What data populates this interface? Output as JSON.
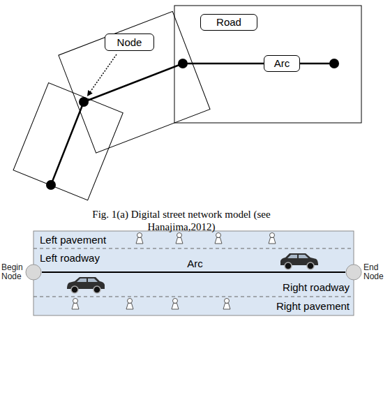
{
  "diagram": {
    "caption": "Fig. 1(a) Digital street network model (see Hanajima,2012)",
    "nodes": [
      {
        "text": [
          "Road"
        ]
      },
      {
        "text": [
          "Node"
        ]
      },
      {
        "text": [
          "Arc"
        ]
      },
      {
        "text": [
          "Left pavement"
        ]
      },
      {
        "text": [
          "Left roadway"
        ]
      },
      {
        "text": [
          "Right roadway"
        ]
      },
      {
        "text": [
          "Right pavement"
        ]
      },
      {
        "text": [
          "Begin Node"
        ]
      },
      {
        "text": [
          "End Node"
        ]
      }
    ],
    "edges": [
      {
        "from": 7,
        "to": 8,
        "label": "Arc",
        "arrow": "none"
      }
    ]
  }
}
